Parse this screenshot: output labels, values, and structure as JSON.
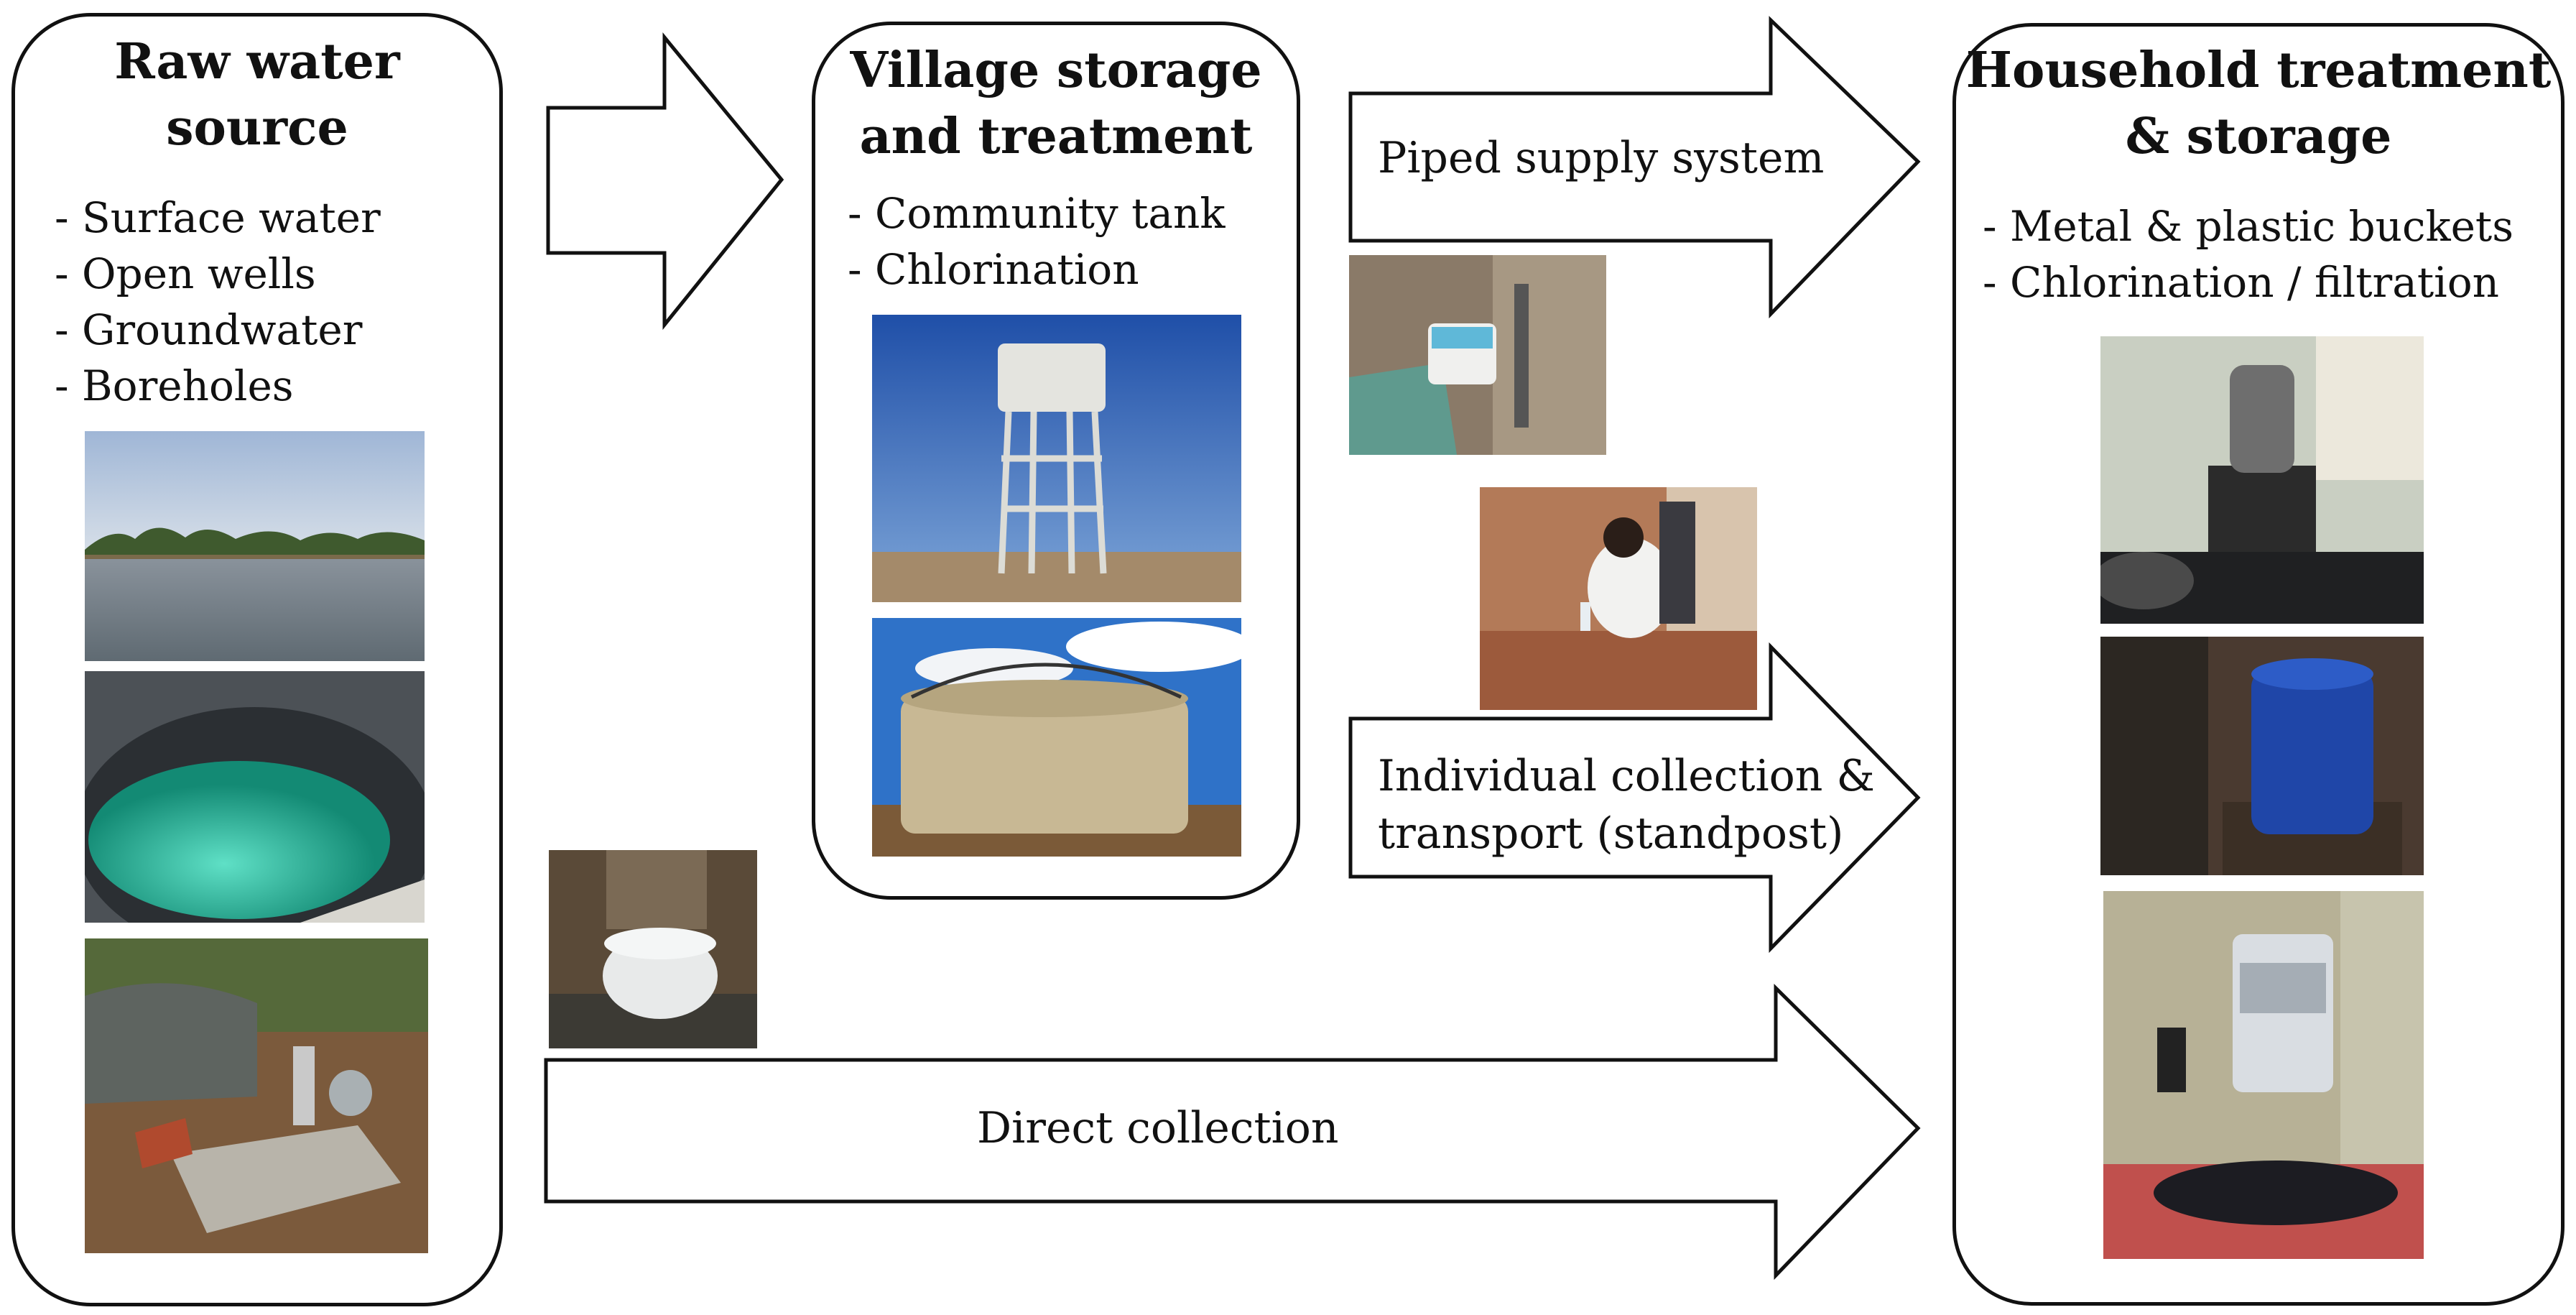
{
  "raw": {
    "title": [
      "Raw water",
      "source"
    ],
    "items": [
      "- Surface water",
      "- Open wells",
      "- Groundwater",
      "- Boreholes"
    ]
  },
  "village": {
    "title": [
      "Village storage",
      "and treatment"
    ],
    "items": [
      "- Community tank",
      "- Chlorination"
    ]
  },
  "household": {
    "title": [
      "Household treatment",
      "& storage"
    ],
    "items": [
      "- Metal & plastic buckets",
      "- Chlorination / filtration"
    ]
  },
  "flows": {
    "piped": "Piped supply system",
    "individual": [
      "Individual collection &",
      "transport (standpost)"
    ],
    "direct": "Direct collection"
  },
  "colors": {
    "stroke": "#111111",
    "box_fill": "#ffffff"
  }
}
